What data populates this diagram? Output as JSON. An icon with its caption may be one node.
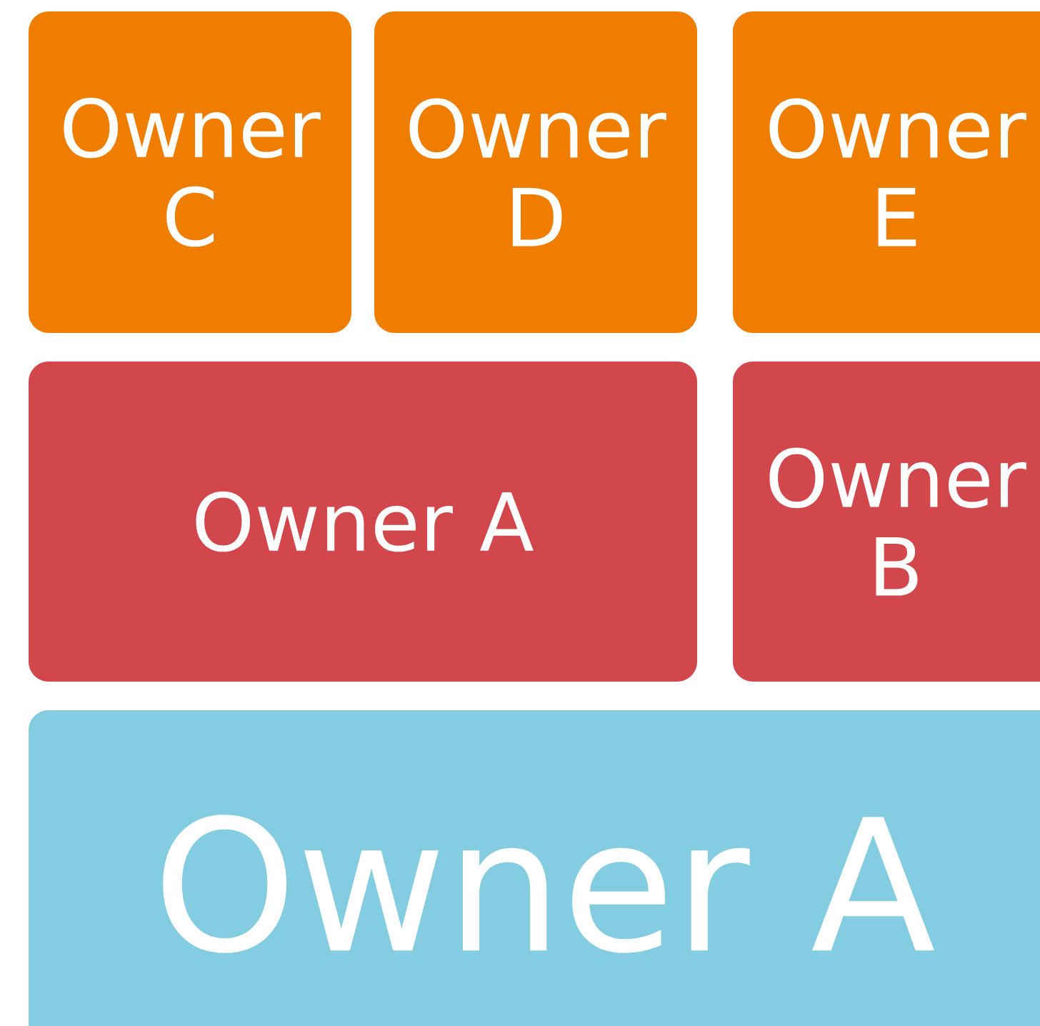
{
  "diagram": {
    "nodes": [
      {
        "text": [
          "Owner C"
        ]
      },
      {
        "text": [
          "Owner D"
        ]
      },
      {
        "text": [
          "Owner E"
        ]
      },
      {
        "text": [
          "Owner A"
        ]
      },
      {
        "text": [
          "Owner B"
        ]
      },
      {
        "text": [
          "Owner A"
        ]
      }
    ]
  }
}
